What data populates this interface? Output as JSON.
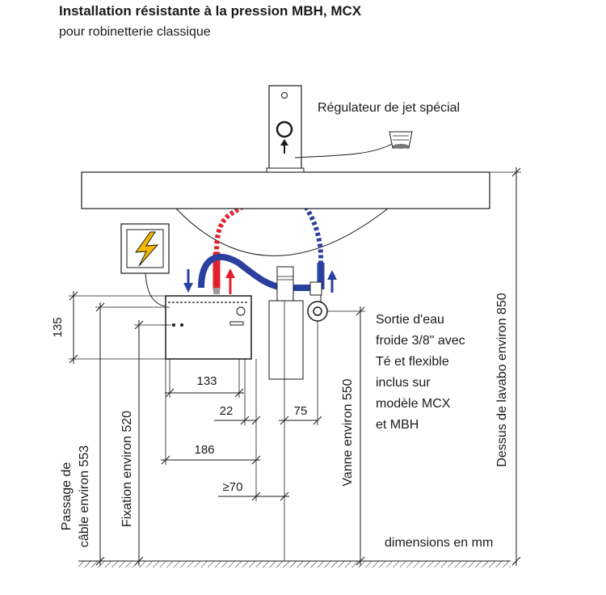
{
  "header": {
    "title": "Installation résistante à la pression MBH, MCX",
    "subtitle": "pour robinetterie classique"
  },
  "labels": {
    "regulateur": "Régulateur de jet spécial",
    "sortie_lines": [
      "Sortie d'eau",
      "froide 3/8\" avec",
      "Té et flexible",
      "inclus sur",
      "modèle MCX",
      "et MBH"
    ],
    "units": "dimensions en mm",
    "dessus": "Dessus de lavabo environ 850",
    "vanne": "Vanne environ 550",
    "fixation": "Fixation environ 520",
    "passage_line1": "Passage de",
    "passage_line2": "câble environ 553"
  },
  "dimensions": {
    "d135": "135",
    "d133": "133",
    "d22": "22",
    "d75": "75",
    "d186": "186",
    "d70": "≥70"
  },
  "colors": {
    "hot": "#e0202c",
    "cold": "#2a3f9e",
    "warning": "#f5b800"
  }
}
